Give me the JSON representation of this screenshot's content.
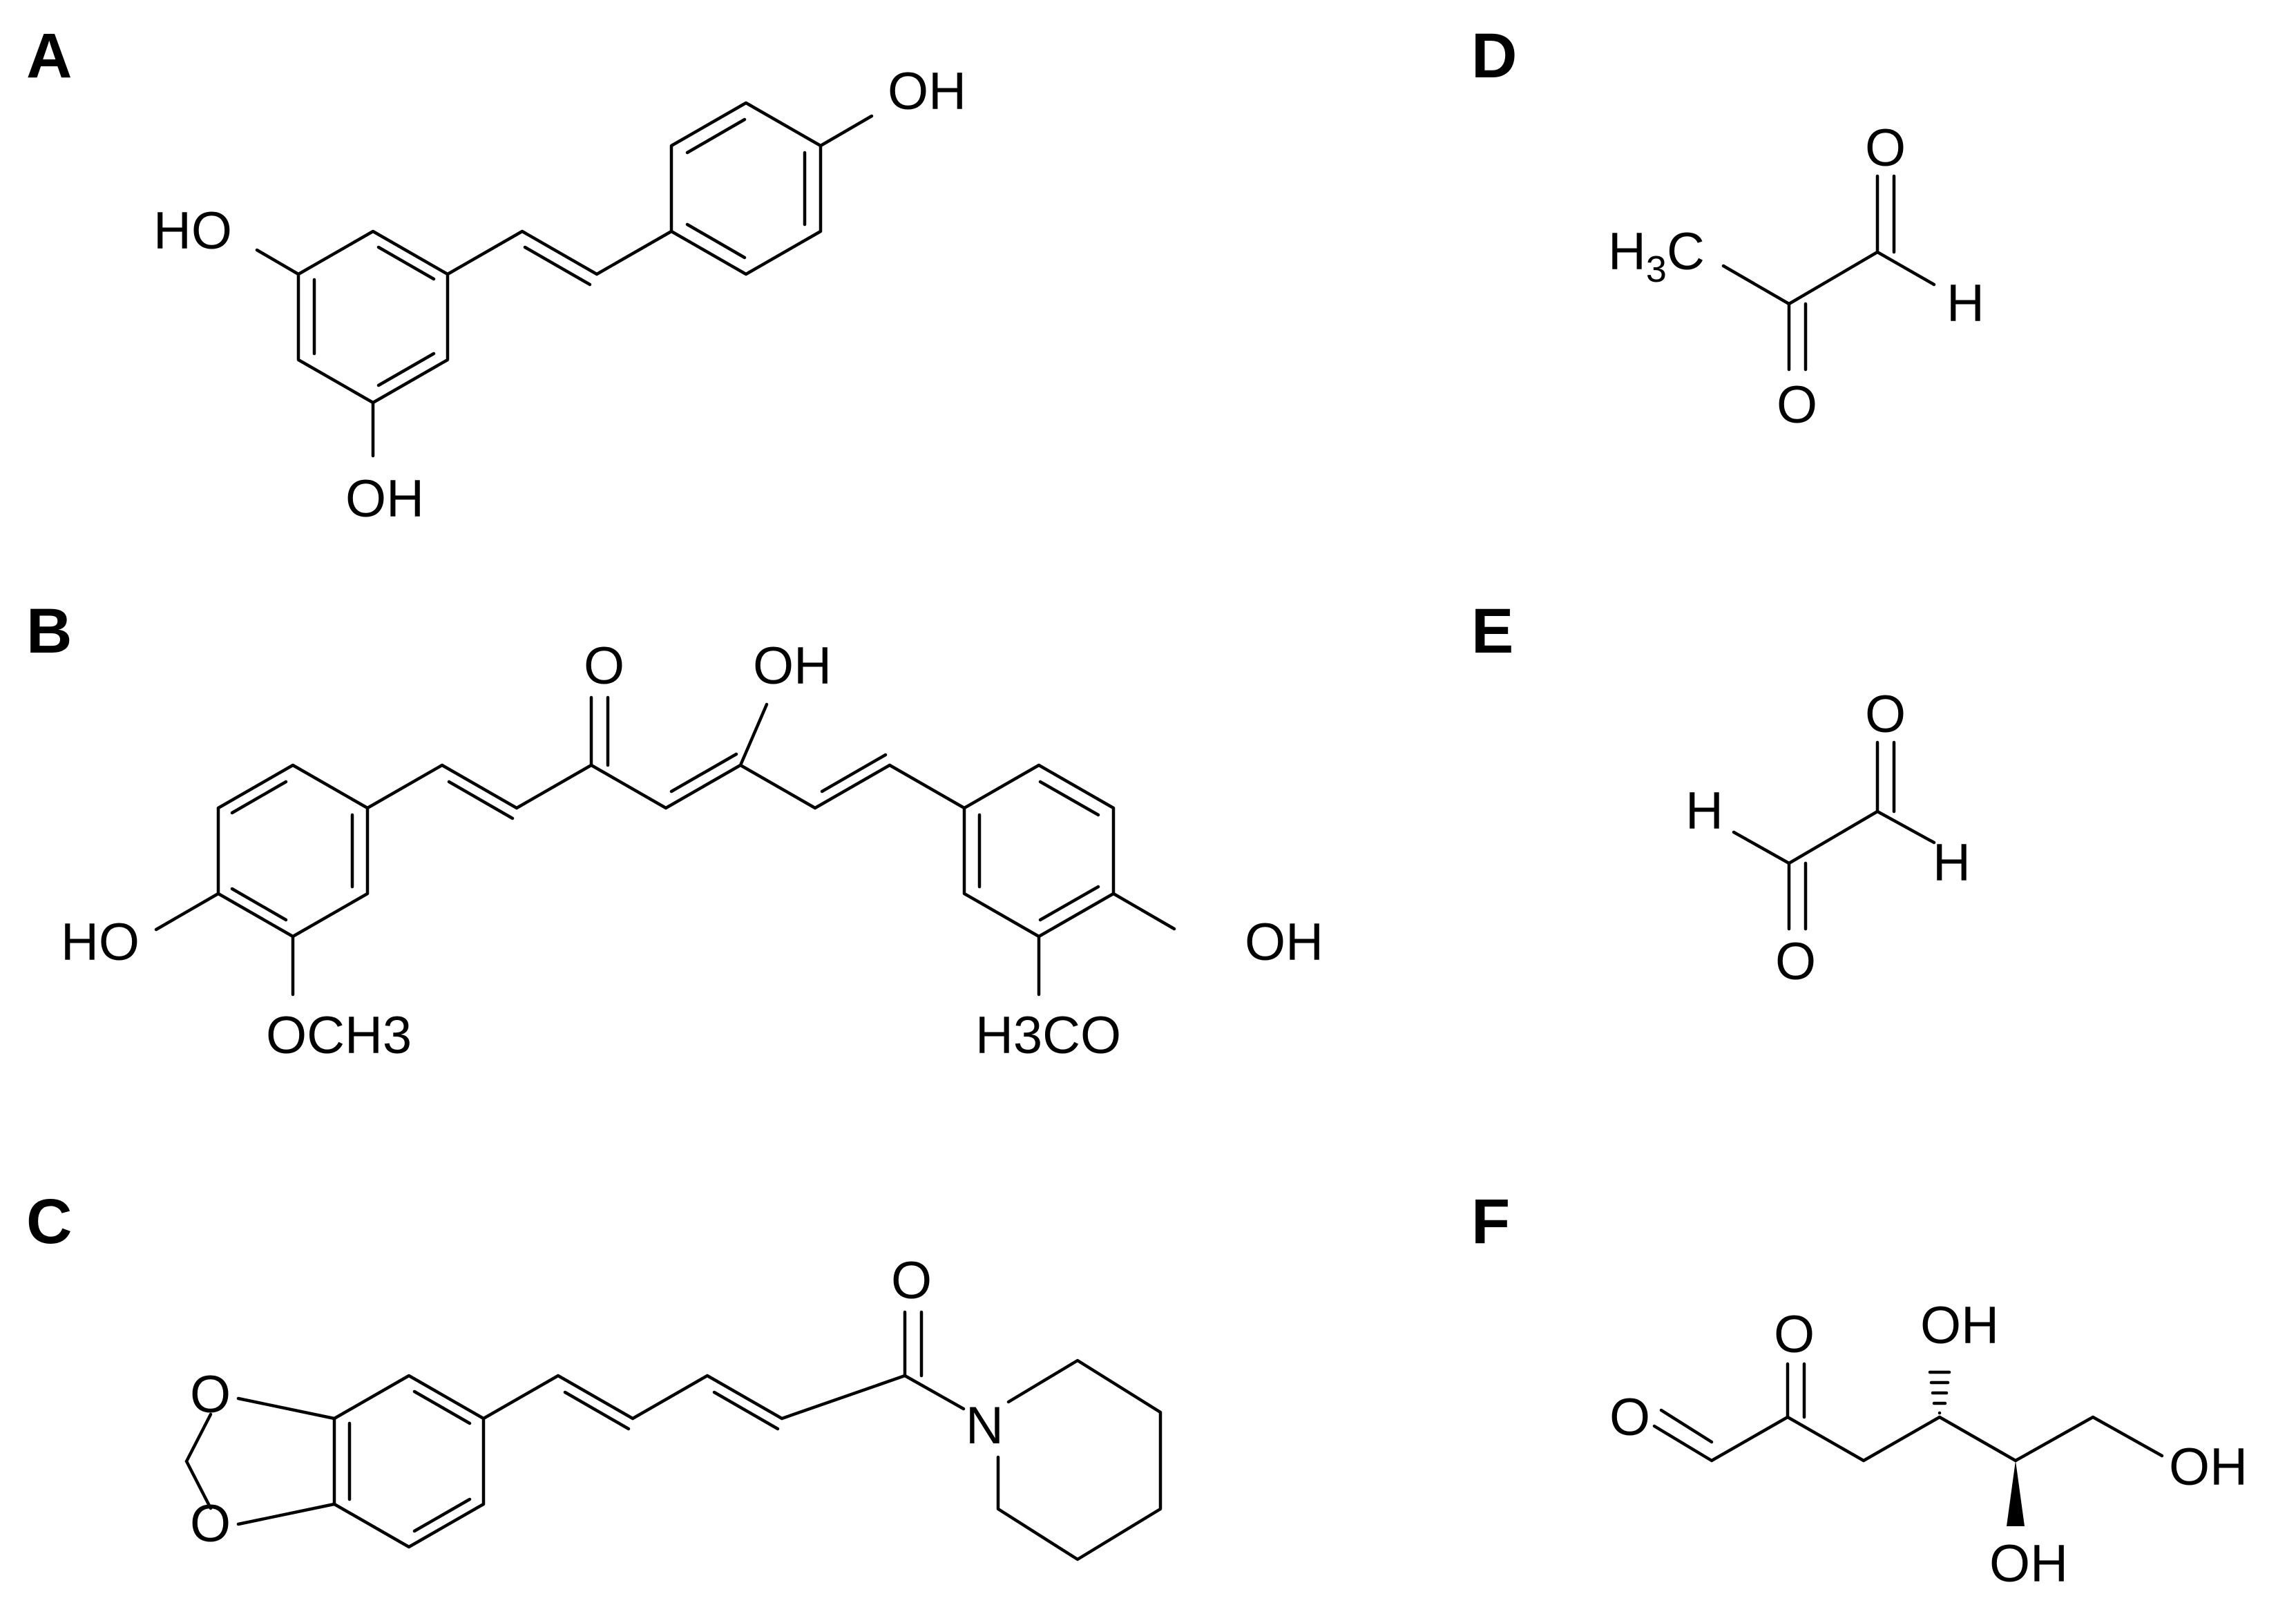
{
  "panels": {
    "A": {
      "label": "A",
      "atoms": {
        "oh_top": "OH",
        "oh_left": "HO",
        "oh_bottom": "OH"
      }
    },
    "B": {
      "label": "B",
      "atoms": {
        "o": "O",
        "oh_top": "OH",
        "ho_left": "HO",
        "och3_left": "OCH3",
        "oh_right": "OH",
        "h3co_right": "H3CO"
      }
    },
    "C": {
      "label": "C",
      "atoms": {
        "o_carbonyl": "O",
        "n": "N",
        "o_ring_top": "O",
        "o_ring_bottom": "O"
      }
    },
    "D": {
      "label": "D",
      "atoms": {
        "o_top": "O",
        "h3c_h": "H",
        "h3c_sub": "3",
        "h3c_c": "C",
        "h": "H",
        "o_bottom": "O"
      }
    },
    "E": {
      "label": "E",
      "atoms": {
        "o_top": "O",
        "h_left": "H",
        "h_right": "H",
        "o_bottom": "O"
      }
    },
    "F": {
      "label": "F",
      "atoms": {
        "o_aldehyde": "O",
        "o_keto": "O",
        "oh_top": "OH",
        "oh_right": "OH",
        "oh_bottom": "OH"
      }
    }
  }
}
